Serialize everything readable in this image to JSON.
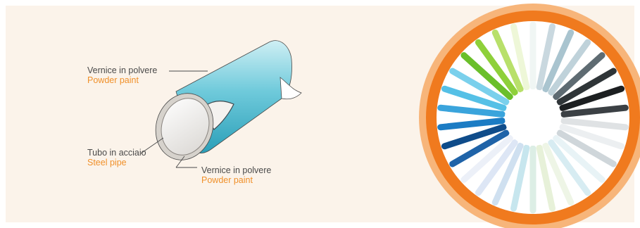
{
  "labels": {
    "paint_top": {
      "it": "Vernice in polvere",
      "en": "Powder paint"
    },
    "steel_pipe": {
      "it": "Tubo in acciaio",
      "en": "Steel pipe"
    },
    "paint_bottom": {
      "it": "Vernice in polvere",
      "en": "Powder paint"
    }
  },
  "colors": {
    "panel_bg": "#fbf3ea",
    "accent_orange": "#f0902a",
    "ring_orange": "#f07a1e",
    "ring_light": "#f7b57a",
    "pipe_paint": "#5bbfd1",
    "pipe_paint_light": "#bfe9f0",
    "steel": "#d6d2cc"
  }
}
